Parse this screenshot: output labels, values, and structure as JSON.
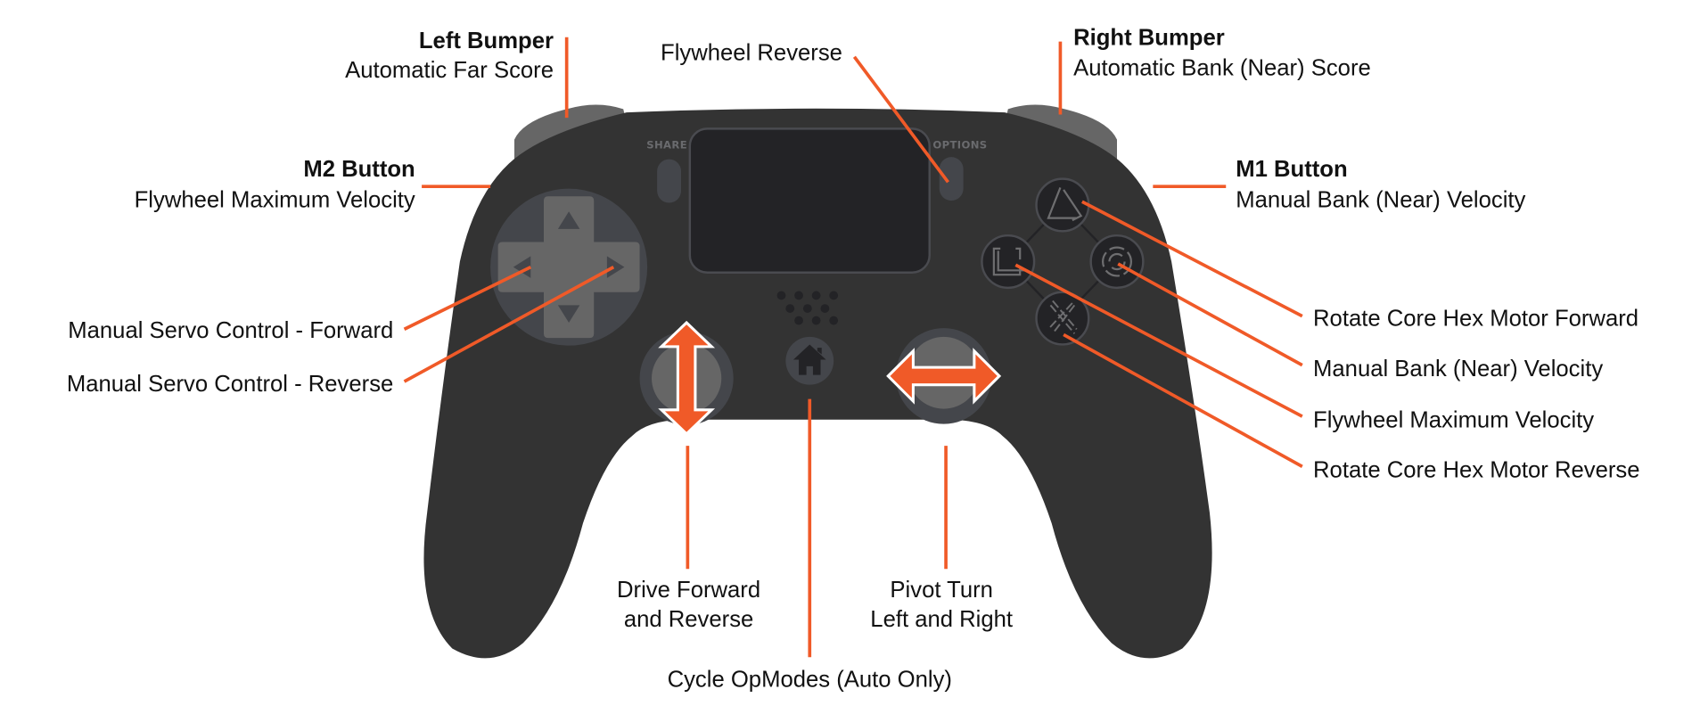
{
  "title": "Gamepad Control Map",
  "colors": {
    "body": "#333333",
    "bumper": "#666666",
    "panel": "#232326",
    "button_dark": "#44464b",
    "dpad": "#6a6a6a",
    "accent": "#f05a28",
    "text": "#111111"
  },
  "controller": {
    "share_label": "SHARE",
    "options_label": "OPTIONS"
  },
  "callouts": {
    "left_bumper": {
      "title": "Left Bumper",
      "desc": "Automatic Far Score"
    },
    "right_bumper": {
      "title": "Right Bumper",
      "desc": "Automatic Bank (Near) Score"
    },
    "m2_button": {
      "title": "M2 Button",
      "desc": "Flywheel Maximum Velocity"
    },
    "m1_button": {
      "title": "M1 Button",
      "desc": "Manual Bank (Near) Velocity"
    },
    "options": {
      "desc": "Flywheel Reverse"
    },
    "dpad_left": {
      "desc": "Manual Servo Control - Forward"
    },
    "dpad_right": {
      "desc": "Manual Servo Control - Reverse"
    },
    "triangle": {
      "desc": "Rotate Core Hex Motor Forward"
    },
    "circle": {
      "desc": "Manual Bank (Near) Velocity"
    },
    "square": {
      "desc": "Flywheel Maximum Velocity"
    },
    "cross": {
      "desc": "Rotate Core Hex Motor Reverse"
    },
    "left_stick": {
      "line1": "Drive Forward",
      "line2": "and Reverse"
    },
    "right_stick": {
      "line1": "Pivot Turn",
      "line2": "Left and Right"
    },
    "home": {
      "desc": "Cycle OpModes (Auto Only)"
    }
  }
}
